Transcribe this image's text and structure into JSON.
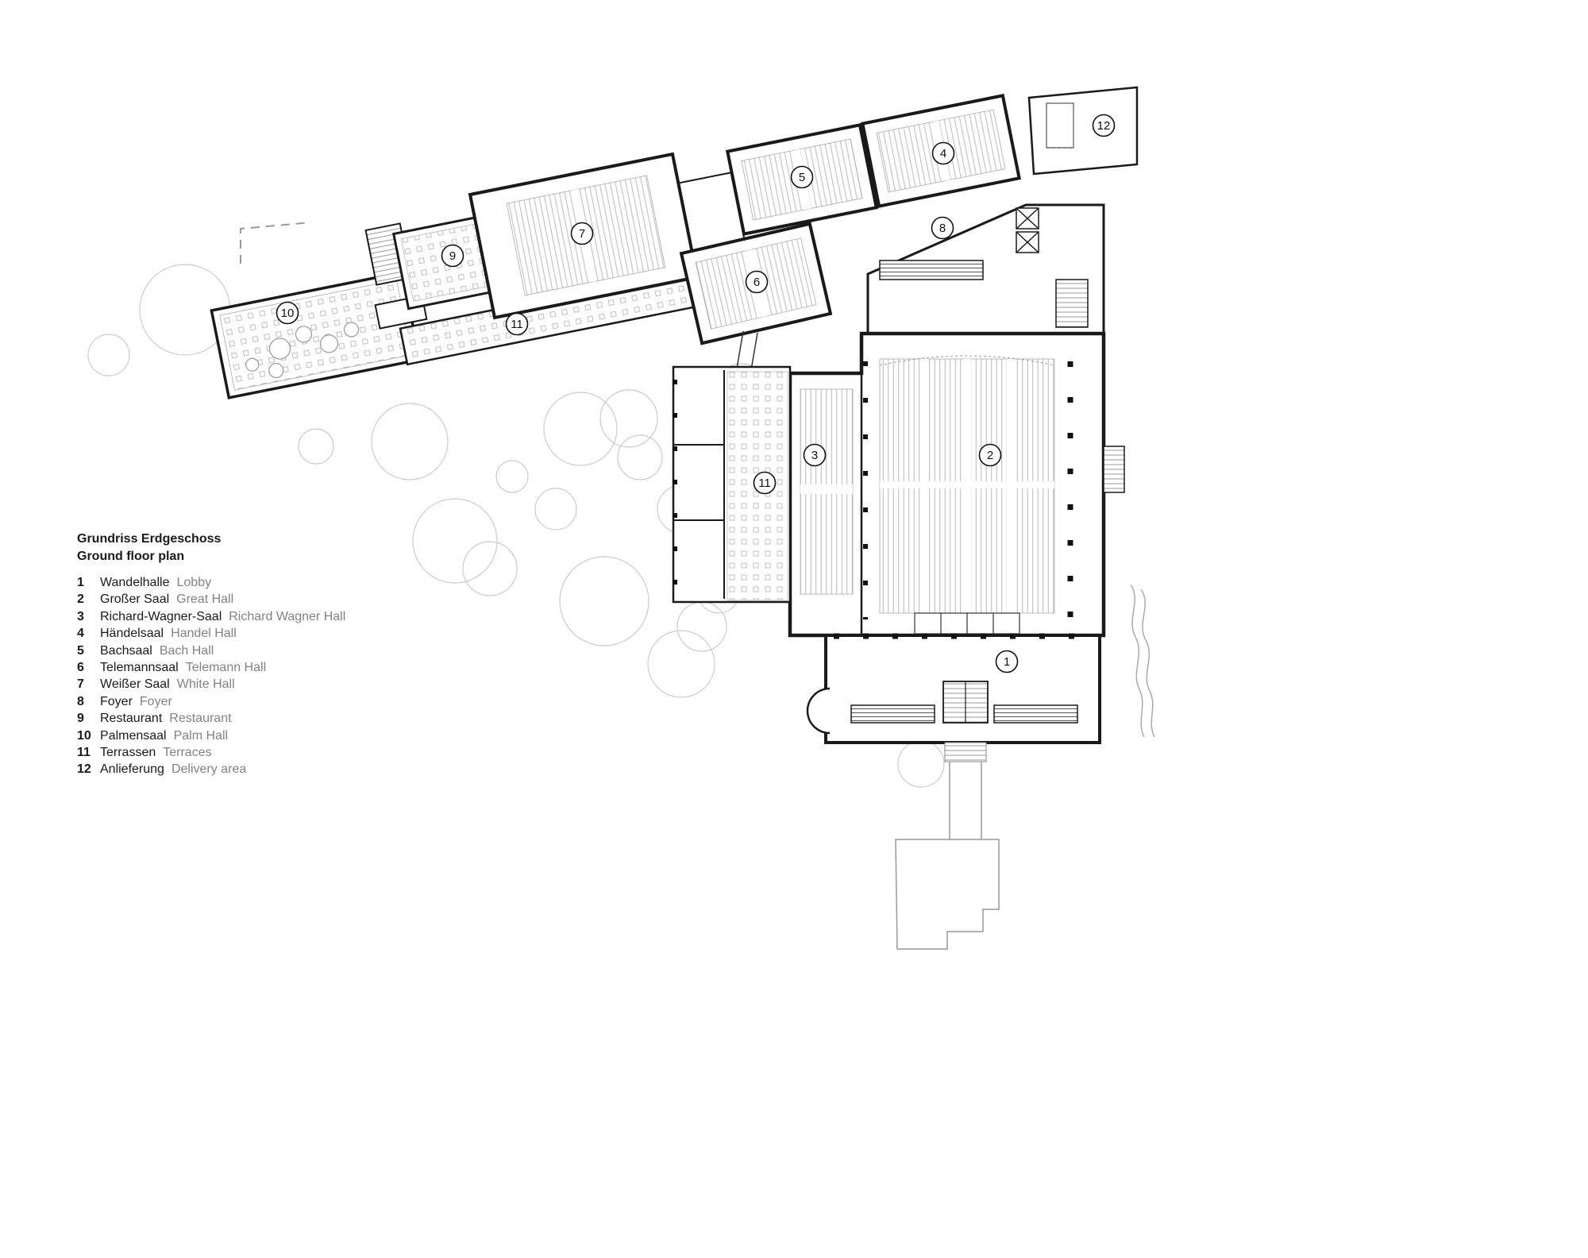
{
  "title": {
    "de": "Grundriss Erdgeschoss",
    "en": "Ground floor plan"
  },
  "legend": {
    "items": [
      {
        "num": "1",
        "de": "Wandelhalle",
        "en": "Lobby"
      },
      {
        "num": "2",
        "de": "Großer Saal",
        "en": "Great Hall"
      },
      {
        "num": "3",
        "de": "Richard-Wagner-Saal",
        "en": "Richard Wagner Hall"
      },
      {
        "num": "4",
        "de": "Händelsaal",
        "en": "Handel Hall"
      },
      {
        "num": "5",
        "de": "Bachsaal",
        "en": "Bach Hall"
      },
      {
        "num": "6",
        "de": "Telemannsaal",
        "en": "Telemann Hall"
      },
      {
        "num": "7",
        "de": "Weißer Saal",
        "en": "White Hall"
      },
      {
        "num": "8",
        "de": "Foyer",
        "en": "Foyer"
      },
      {
        "num": "9",
        "de": "Restaurant",
        "en": "Restaurant"
      },
      {
        "num": "10",
        "de": "Palmensaal",
        "en": "Palm Hall"
      },
      {
        "num": "11",
        "de": "Terrassen",
        "en": "Terraces"
      },
      {
        "num": "12",
        "de": "Anlieferung",
        "en": "Delivery area"
      }
    ]
  },
  "plan": {
    "markers": [
      {
        "label": "12"
      },
      {
        "label": "4"
      },
      {
        "label": "5"
      },
      {
        "label": "7"
      },
      {
        "label": "8"
      },
      {
        "label": "9"
      },
      {
        "label": "6"
      },
      {
        "label": "10"
      },
      {
        "label": "11"
      },
      {
        "label": "3"
      },
      {
        "label": "2"
      },
      {
        "label": "11"
      },
      {
        "label": "1"
      }
    ]
  },
  "colors": {
    "ink": "#1a1a1a",
    "muted": "#828282",
    "hatch": "#b9b9b9",
    "tree": "#cccccc"
  }
}
